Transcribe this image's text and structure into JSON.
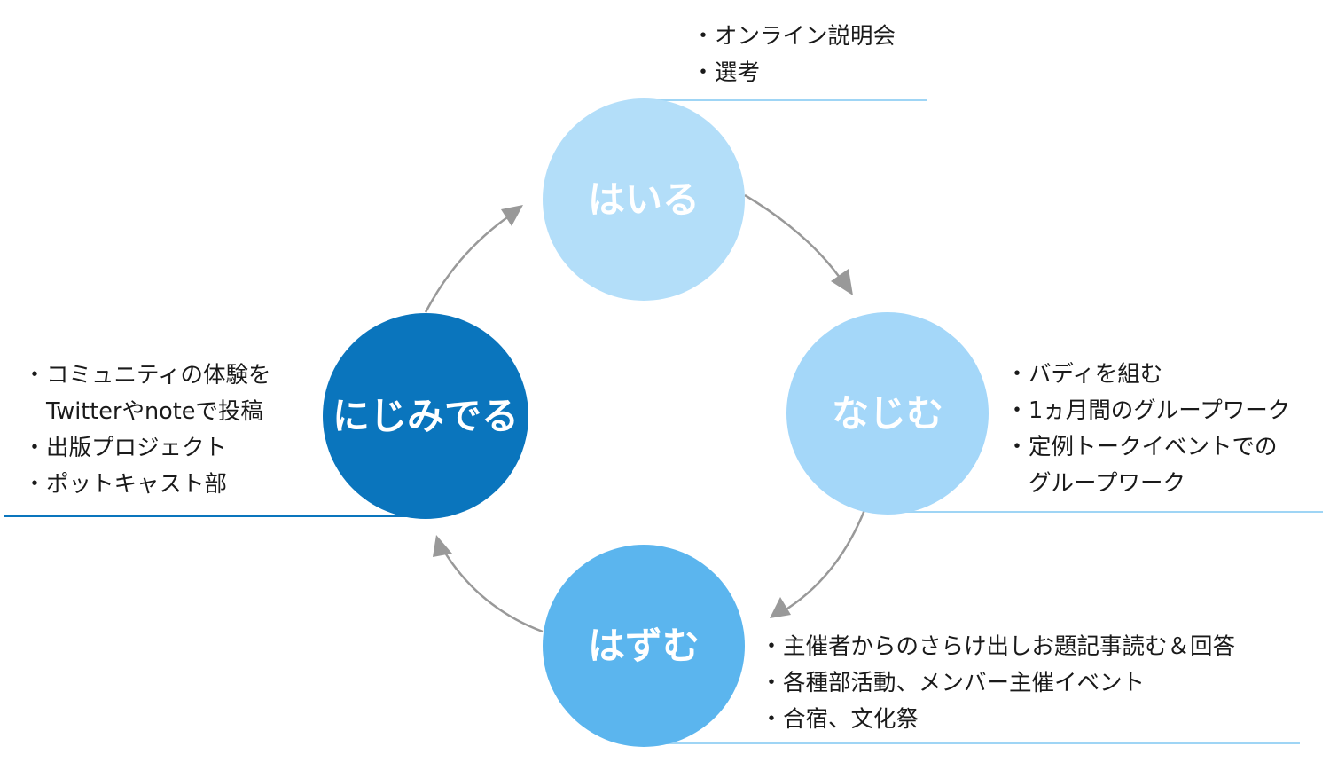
{
  "colors": {
    "hairu": "#b3def9",
    "najimu": "#a4d7f9",
    "hazumu": "#5bb5ee",
    "nijimideru": "#0a75bd",
    "line": "#9fd5f5",
    "line_dark": "#0a75bd",
    "arrow": "#999999",
    "text": "#1a1a1a"
  },
  "nodes": {
    "hairu": {
      "label": "はいる"
    },
    "najimu": {
      "label": "なじむ"
    },
    "hazumu": {
      "label": "はずむ"
    },
    "nijimideru": {
      "label": "にじみでる"
    }
  },
  "notes": {
    "bullet": "・",
    "hairu": [
      "オンライン説明会",
      "選考"
    ],
    "najimu": [
      "バディを組む",
      "1ヵ月間のグループワーク",
      "定例トークイベントでの",
      "グループワーク"
    ],
    "hazumu": [
      "主催者からのさらけ出しお題記事読む＆回答",
      "各種部活動、メンバー主催イベント",
      "合宿、文化祭"
    ],
    "nijimideru": [
      "コミュニティの体験を",
      "Twitterやnoteで投稿",
      "出版プロジェクト",
      "ポットキャスト部"
    ]
  }
}
